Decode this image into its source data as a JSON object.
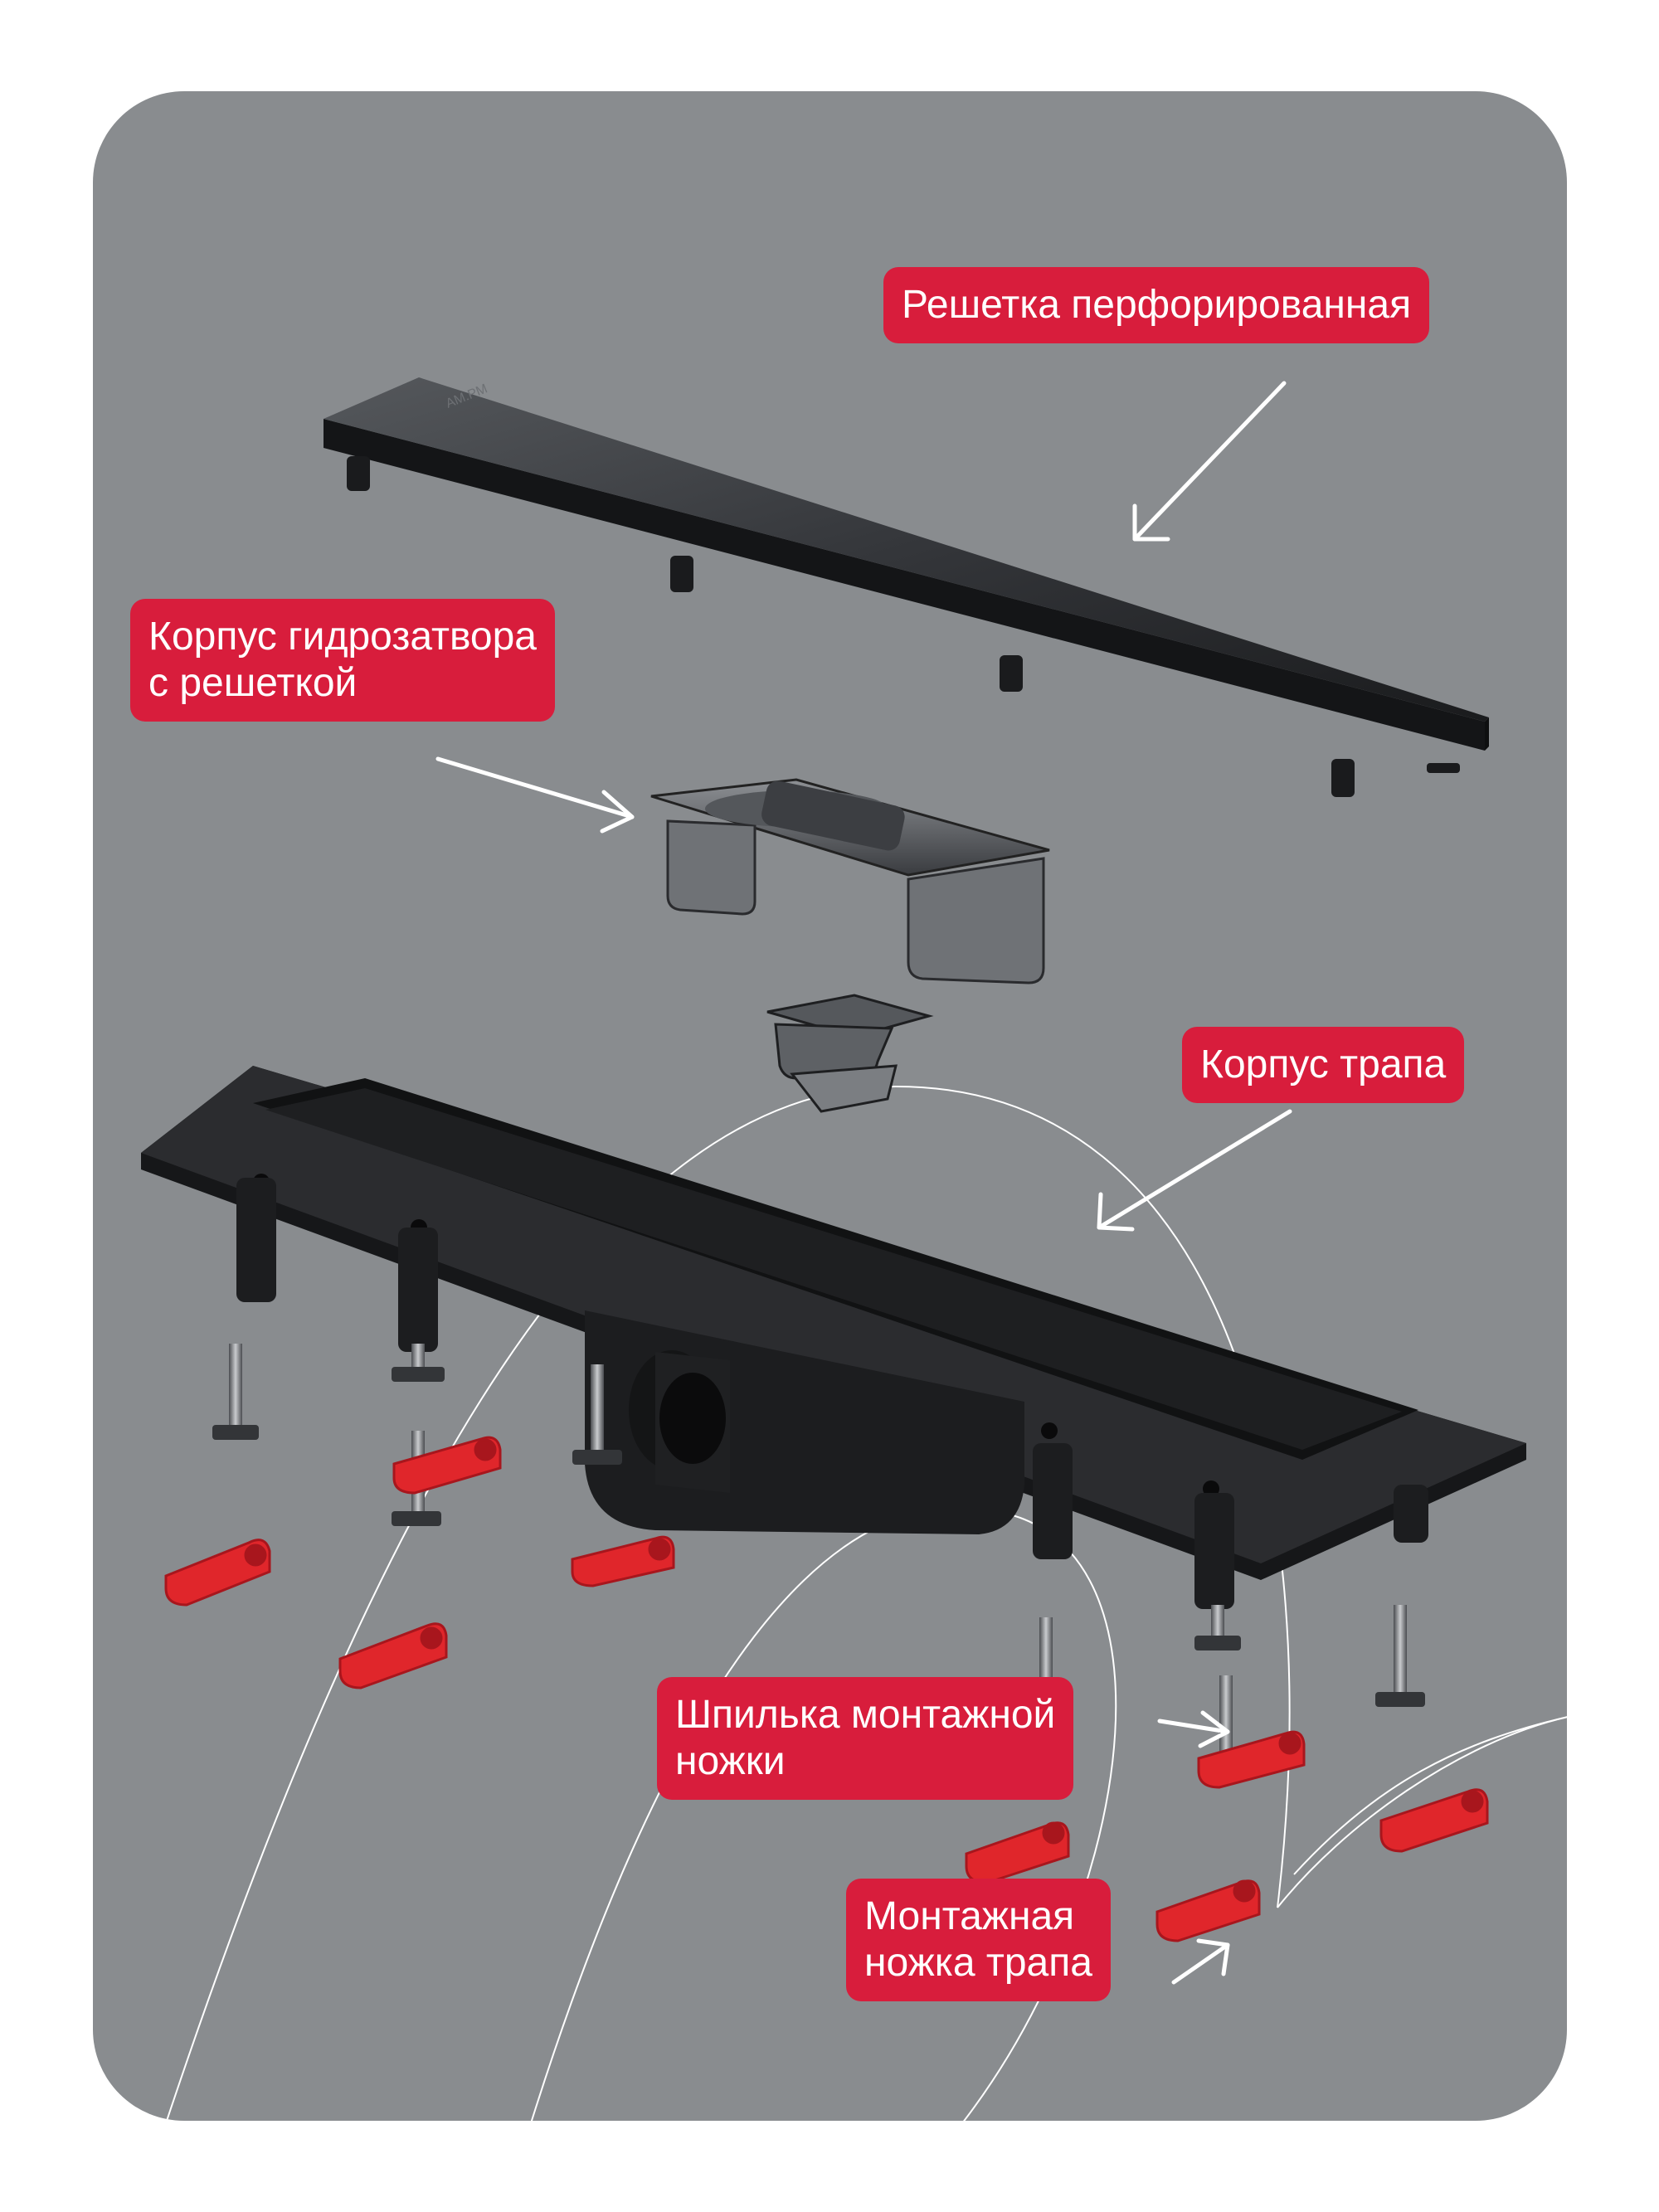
{
  "labels": {
    "grate": "Решетка перфорированная",
    "siphon_line1": "Корпус гидрозатвора",
    "siphon_line2": "с решеткой",
    "body": "Корпус трапа",
    "stud_line1": "Шпилька монтажной",
    "stud_line2": "ножки",
    "foot_line1": "Монтажная",
    "foot_line2": "ножка трапа"
  },
  "grate_logo_text": "AM.PM",
  "colors": {
    "background": "#898c8f",
    "label_bg": "#d81d3c",
    "label_text": "#ffffff",
    "part_dark": "#1c1d1f",
    "foot_red": "#e0262b"
  }
}
